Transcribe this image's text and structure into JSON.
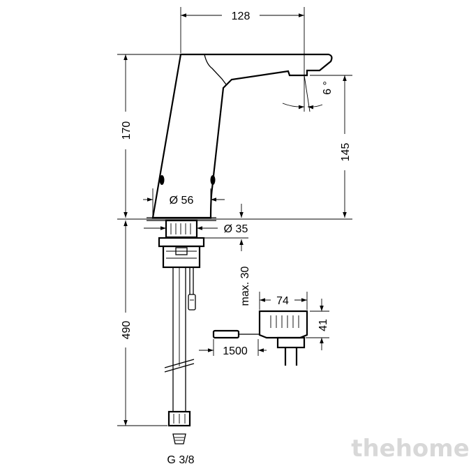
{
  "drawing": {
    "dimensions": {
      "spout_reach": "128",
      "total_height": "170",
      "outlet_height": "145",
      "angle": "6 °",
      "base_diameter": "Ø 56",
      "shank_diameter": "Ø 35",
      "hose_length": "490",
      "max_thickness": "max. 30",
      "adapter_width": "74",
      "adapter_height": "41",
      "cable_length": "1500",
      "thread": "G 3/8"
    },
    "watermark": "thehome"
  }
}
